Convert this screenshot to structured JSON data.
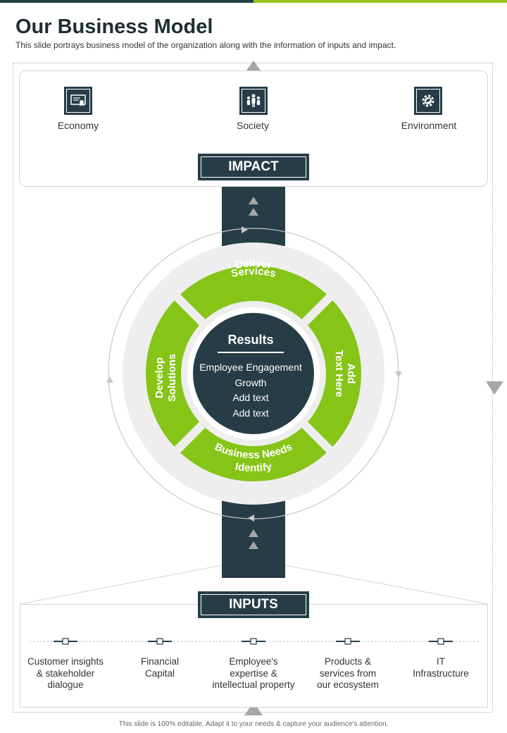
{
  "header": {
    "title": "Our Business Model",
    "subtitle": "This slide portrays business model of the organization along with the information of inputs and impact."
  },
  "impact": {
    "banner": "IMPACT",
    "items": [
      {
        "label": "Economy",
        "icon": "certificate-icon"
      },
      {
        "label": "Society",
        "icon": "people-group-icon"
      },
      {
        "label": "Environment",
        "icon": "gear-leaf-icon"
      }
    ]
  },
  "cycle": {
    "segments": {
      "top": [
        "Deliver",
        "Services"
      ],
      "right": [
        "Add",
        "Text Here"
      ],
      "bottom": [
        "Identify",
        "Business Needs"
      ],
      "left": [
        "Develop",
        "Solutions"
      ]
    },
    "center": {
      "title": "Results",
      "items": [
        "Employee Engagement",
        "Growth",
        "Add text",
        "Add text"
      ]
    }
  },
  "inputs": {
    "banner": "INPUTS",
    "items": [
      [
        "Customer insights",
        "& stakeholder",
        "dialogue"
      ],
      [
        "Financial",
        "Capital"
      ],
      [
        "Employee's",
        "expertise &",
        "intellectual property"
      ],
      [
        "Products &",
        "services from",
        "our ecosystem"
      ],
      [
        "IT",
        "Infrastructure"
      ]
    ]
  },
  "footer": "This slide is 100% editable. Adapt it to your needs & capture your audience's attention.",
  "colors": {
    "dark": "#263d47",
    "green": "#86c417",
    "light_ring": "#eeeeee",
    "gray_arrow": "#a6a6a6"
  }
}
